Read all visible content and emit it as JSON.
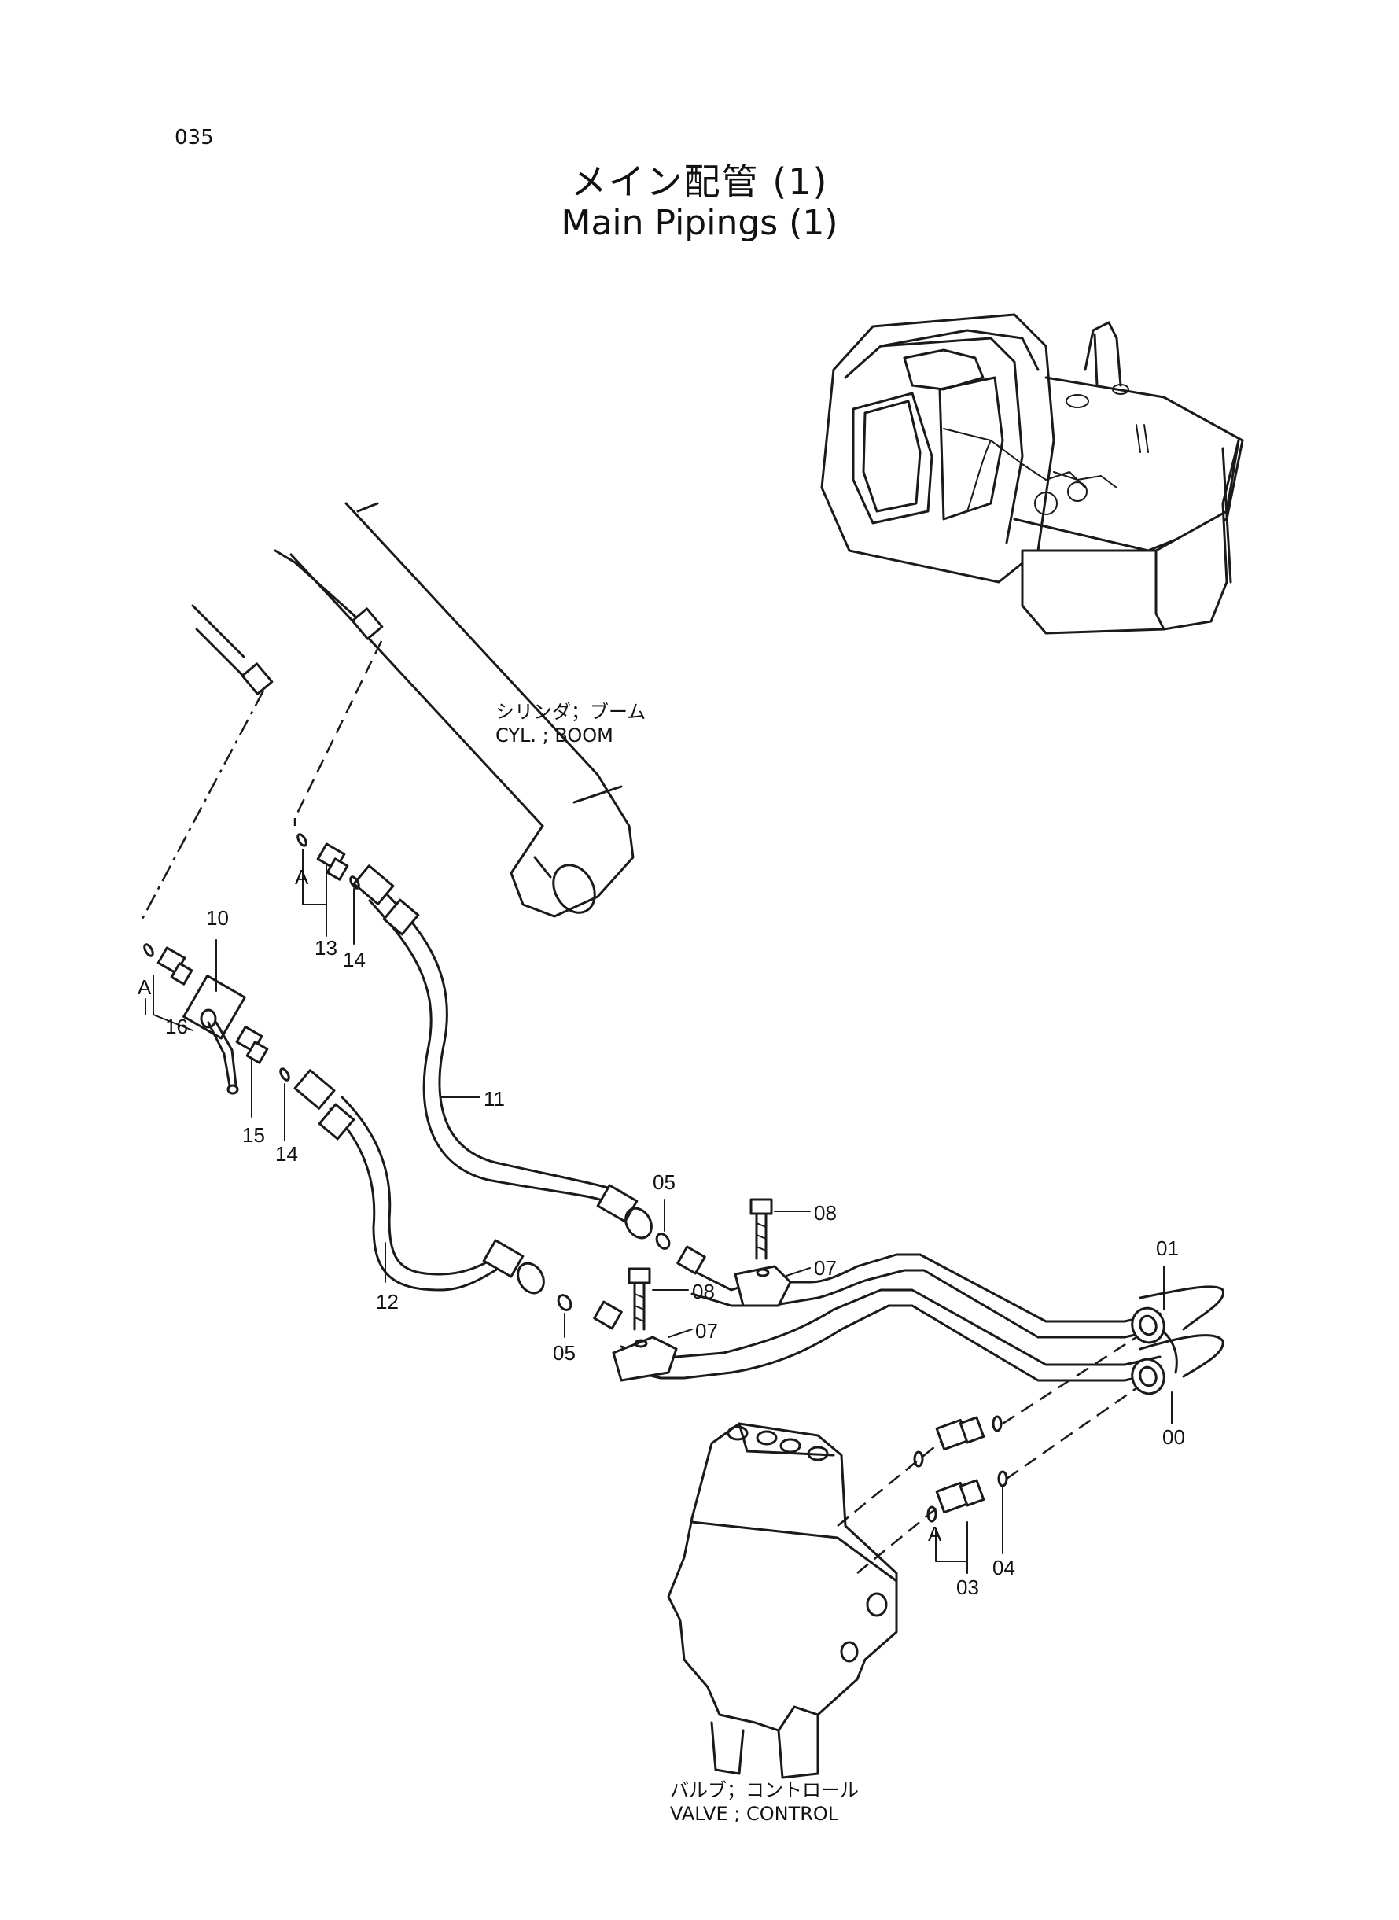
{
  "page_number": "035",
  "title_jp": "メイン配管 (1)",
  "title_en": "Main Pipings (1)",
  "callouts": {
    "cyl_jp": "シリンダ；ブーム",
    "cyl_en": "CYL. ; BOOM",
    "valve_jp": "バルブ；コントロール",
    "valve_en": "VALVE ; CONTROL"
  },
  "part_numbers": {
    "p10": "10",
    "p11": "11",
    "p12": "12",
    "p13": "13",
    "p14a": "14",
    "p14b": "14",
    "p15": "15",
    "p16": "16",
    "p05a": "05",
    "p05b": "05",
    "p07a": "07",
    "p07b": "07",
    "p08a": "08",
    "p08b": "08",
    "p01": "01",
    "p00": "00",
    "p03": "03",
    "p04": "04"
  },
  "section_marks": {
    "a1": "A",
    "a2": "A",
    "a3": "A"
  }
}
